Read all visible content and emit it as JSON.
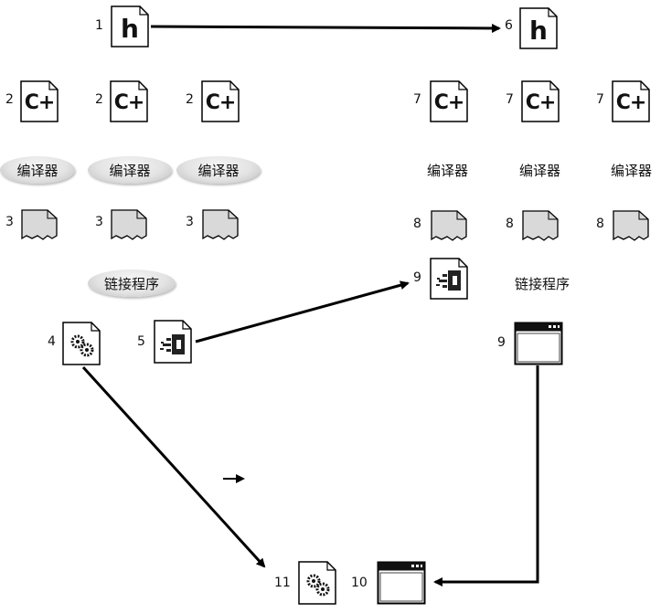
{
  "numbers": {
    "n1": "1",
    "n2a": "2",
    "n2b": "2",
    "n2c": "2",
    "n3a": "3",
    "n3b": "3",
    "n3c": "3",
    "n4": "4",
    "n5": "5",
    "n6": "6",
    "n7a": "7",
    "n7b": "7",
    "n7c": "7",
    "n8a": "8",
    "n8b": "8",
    "n8c": "8",
    "n9a": "9",
    "n9b": "9",
    "n10": "10",
    "n11": "11"
  },
  "icons": {
    "header_letter": "h",
    "source_letter": "C+"
  },
  "labels": {
    "compiler": "编译器",
    "linker": "链接程序"
  },
  "colors": {
    "arrow": "#000000",
    "oval_fill": "#e3e3e3",
    "object_fill": "#d9d9d9"
  }
}
